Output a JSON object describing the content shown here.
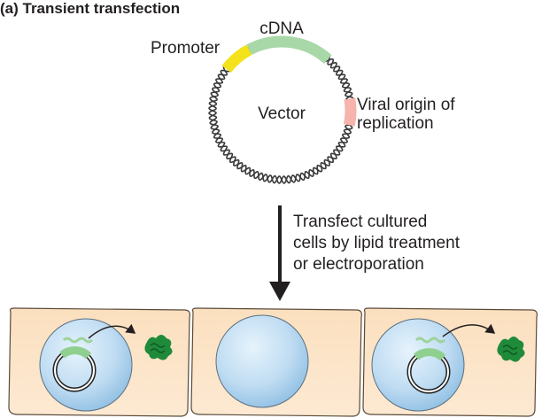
{
  "panel_title": "(a) Transient transfection",
  "vector": {
    "center_label": "Vector",
    "segments": {
      "cdna": "cDNA",
      "promoter": "Promoter",
      "viral_origin_line1": "Viral origin of",
      "viral_origin_line2": "replication"
    }
  },
  "step": {
    "line1": "Transfect cultured",
    "line2": "cells by lipid treatment",
    "line3": "or electroporation"
  },
  "cells": [
    {
      "has_plasmid": true
    },
    {
      "has_plasmid": false
    },
    {
      "has_plasmid": true
    }
  ],
  "colors": {
    "cell_fill": "#fde3c4",
    "nucleus_fill": "#bfdcf2",
    "cdna": "#a8d8a8",
    "promoter": "#f3e21c",
    "viral_origin": "#f6b4ad",
    "protein": "#1f8a3a",
    "mrna": "#9ed39e",
    "dna_strand": "#3a3a3a"
  }
}
